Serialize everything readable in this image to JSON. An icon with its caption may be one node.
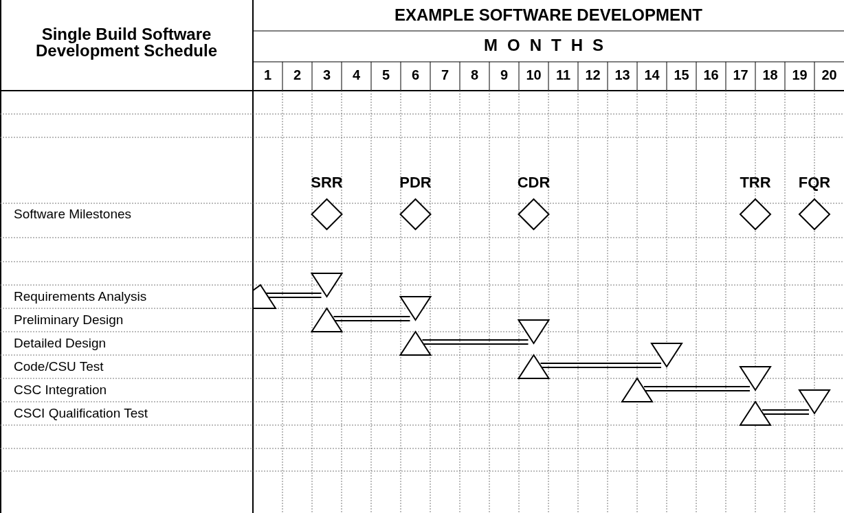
{
  "diagram": {
    "title": "Single Build Software Development Schedule",
    "labels": [
      "EXAMPLE SOFTWARE DEVELOPMENT",
      "MONTHS",
      "1",
      "2",
      "3",
      "4",
      "5",
      "6",
      "7",
      "8",
      "9",
      "10",
      "11",
      "12",
      "13",
      "14",
      "15",
      "16",
      "17",
      "18",
      "19",
      "20",
      "SRR",
      "PDR",
      "CDR",
      "TRR",
      "FQR",
      "Software Milestones",
      "Requirements Analysis",
      "Preliminary Design",
      "Detailed Design",
      "Code/CSU Test",
      "CSC Integration",
      "CSCI Qualification Test"
    ]
  }
}
